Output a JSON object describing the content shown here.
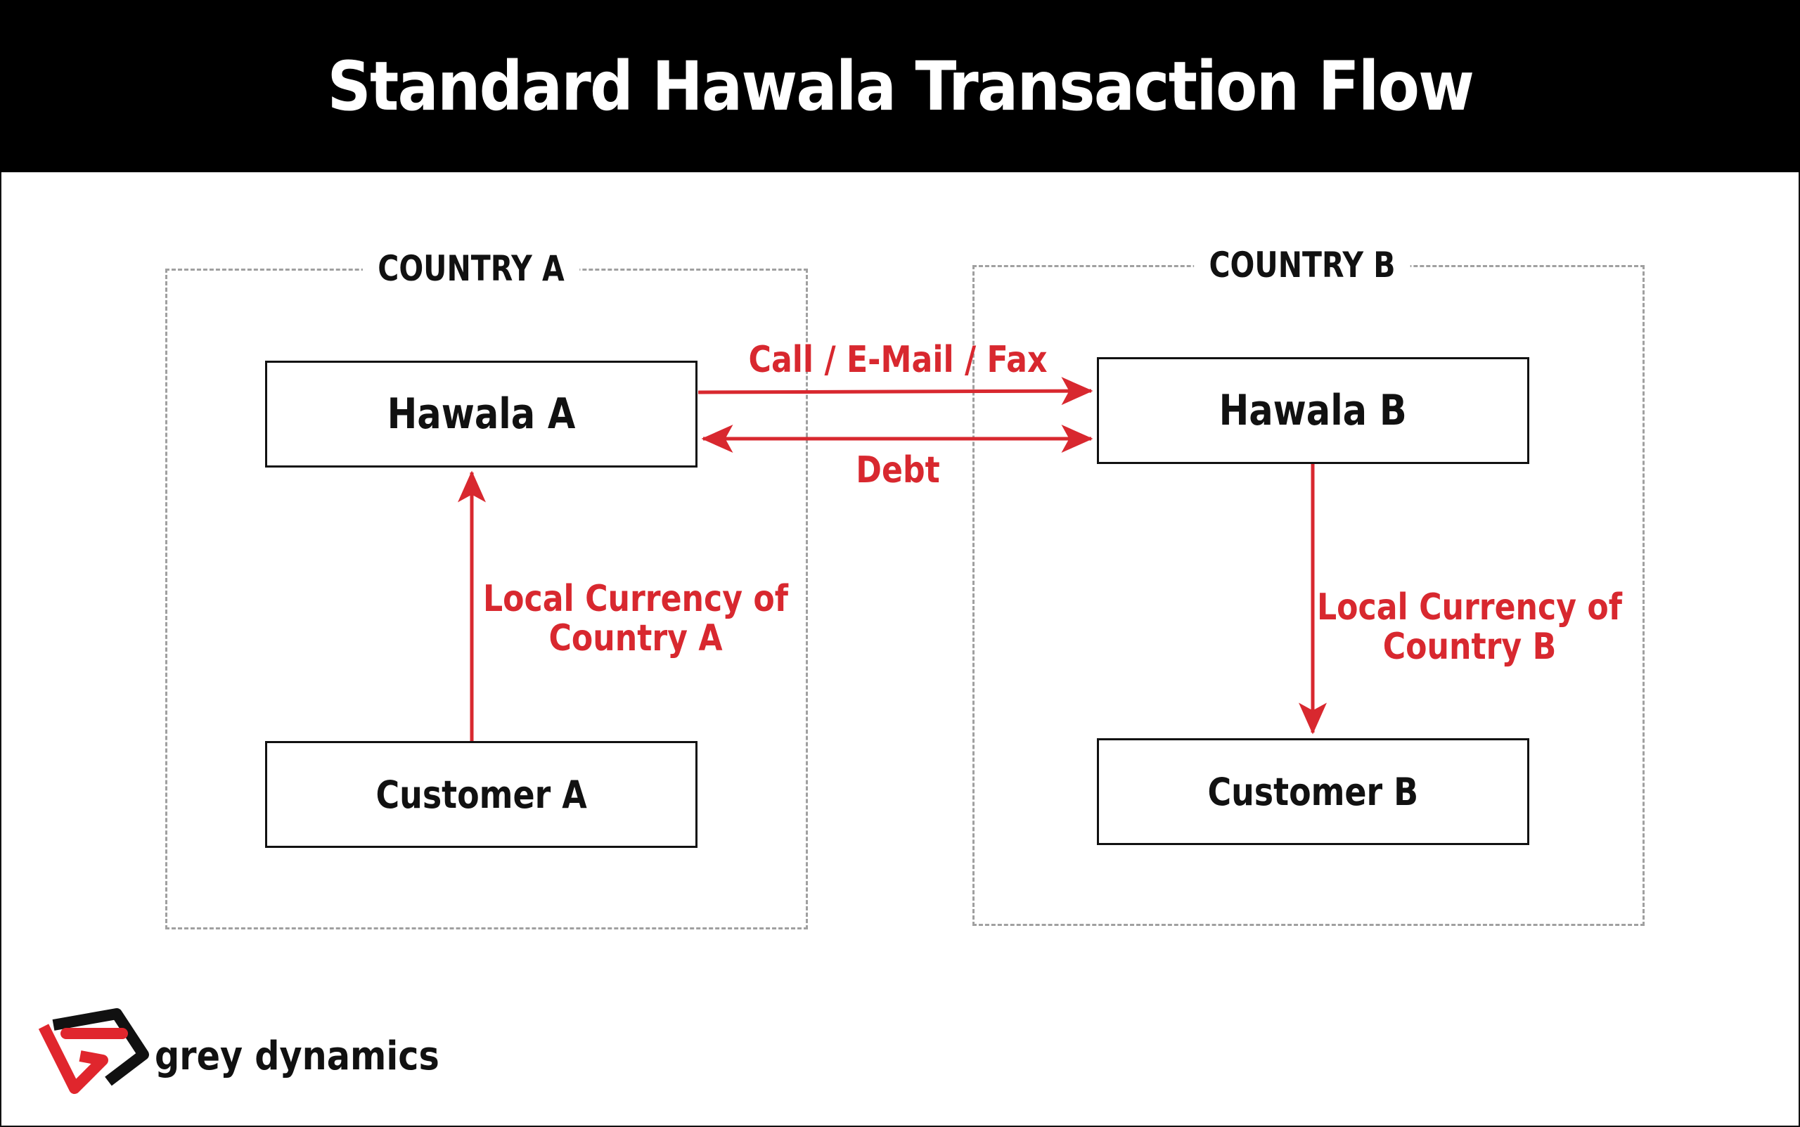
{
  "title": "Standard Hawala Transaction Flow",
  "regions": {
    "a": {
      "label": "COUNTRY A"
    },
    "b": {
      "label": "COUNTRY B"
    }
  },
  "nodes": {
    "hawala_a": "Hawala A",
    "hawala_b": "Hawala B",
    "customer_a": "Customer A",
    "customer_b": "Customer B"
  },
  "edges": {
    "communication": "Call / E-Mail / Fax",
    "debt": "Debt",
    "local_currency_a": {
      "line1": "Local Currency of",
      "line2": "Country A"
    },
    "local_currency_b": {
      "line1": "Local Currency of",
      "line2": "Country B"
    }
  },
  "brand": {
    "name": "grey dynamics"
  },
  "colors": {
    "accent": "#d8282f",
    "header_bg": "#000000",
    "text": "#111111",
    "region_border": "#a0a0a0"
  }
}
